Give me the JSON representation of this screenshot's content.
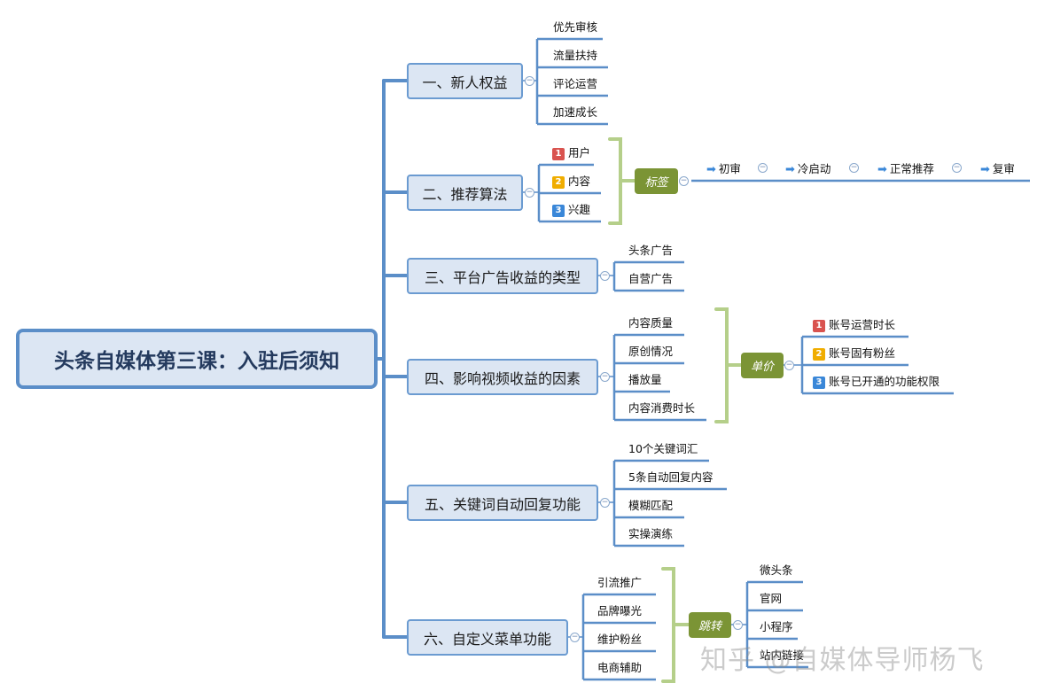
{
  "root": "头条自媒体第三课：入驻后须知",
  "branch1": {
    "title": "一、新人权益",
    "items": [
      "优先审核",
      "流量扶持",
      "评论运营",
      "加速成长"
    ]
  },
  "branch2": {
    "title": "二、推荐算法",
    "items": [
      "用户",
      "内容",
      "兴趣"
    ],
    "badges": [
      "1",
      "2",
      "3"
    ],
    "tag": "标签",
    "flow": [
      "初审",
      "冷启动",
      "正常推荐",
      "复审"
    ]
  },
  "branch3": {
    "title": "三、平台广告收益的类型",
    "items": [
      "头条广告",
      "自营广告"
    ]
  },
  "branch4": {
    "title": "四、影响视频收益的因素",
    "items": [
      "内容质量",
      "原创情况",
      "播放量",
      "内容消费时长"
    ],
    "tag": "单价",
    "sub_items": [
      "账号运营时长",
      "账号固有粉丝",
      "账号已开通的功能权限"
    ],
    "badges": [
      "1",
      "2",
      "3"
    ]
  },
  "branch5": {
    "title": "五、关键词自动回复功能",
    "items": [
      "10个关键词汇",
      "5条自动回复内容",
      "模糊匹配",
      "实操演练"
    ]
  },
  "branch6": {
    "title": "六、自定义菜单功能",
    "items": [
      "引流推广",
      "品牌曝光",
      "维护粉丝",
      "电商辅助"
    ],
    "tag": "跳转",
    "sub_items": [
      "微头条",
      "官网",
      "小程序",
      "站内链接"
    ]
  },
  "watermark": "知乎 @自媒体导师杨飞",
  "colors": {
    "root_fill": "#dce6f3",
    "root_border": "#5b8ec8",
    "line_blue": "#5b8ec8",
    "line_green": "#b5cf8a",
    "tag_green": "#7b9435",
    "badge_red": "#d9534f",
    "badge_orange": "#f0ad00",
    "badge_blue": "#3a87d8"
  }
}
